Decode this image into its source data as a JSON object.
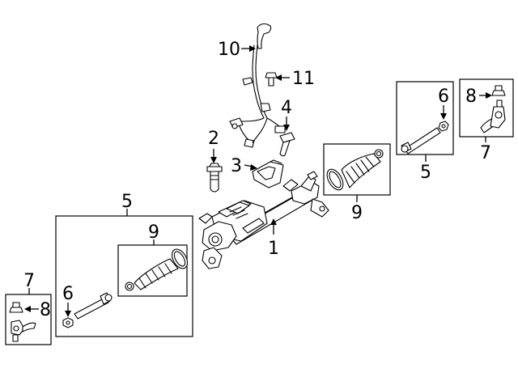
{
  "callouts": {
    "rack_and_pinion": "1",
    "bolt": "2",
    "bracket": "3",
    "bolt_upper": "4",
    "tie_rod_kit_left": "5",
    "tie_rod_kit_right": "5",
    "nut_left": "6",
    "nut_right": "6",
    "outer_tie_rod_left": "7",
    "outer_tie_rod_right": "7",
    "jam_nut_left": "8",
    "jam_nut_right": "8",
    "boot_kit_left": "9",
    "boot_kit_right": "9",
    "wiring_harness": "10",
    "harness_bolt": "11"
  }
}
